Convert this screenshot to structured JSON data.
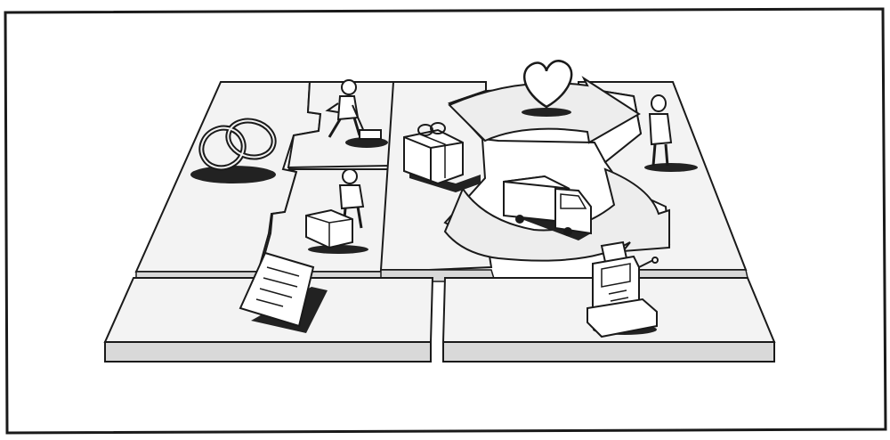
{
  "colors": {
    "ink": "#1a1a1a",
    "paper": "#ffffff",
    "panel_top": "#f3f3f3",
    "panel_side": "#d9d9d9",
    "shadow": "#222222",
    "arrow_fill": "#ededed"
  },
  "blocks": [
    {
      "id": "key-partners",
      "icon": "interlocked-rings-icon"
    },
    {
      "id": "key-activities",
      "icon": "person-vacuuming-icon"
    },
    {
      "id": "key-resources",
      "icon": "person-with-boxes-icon"
    },
    {
      "id": "value-propositions",
      "icon": "gift-box-icon"
    },
    {
      "id": "customer-relationships",
      "icon": "heart-icon"
    },
    {
      "id": "channels",
      "icon": "delivery-truck-icon"
    },
    {
      "id": "customer-segments",
      "icon": "standing-person-icon"
    },
    {
      "id": "cost-structure",
      "icon": "invoice-document-icon"
    },
    {
      "id": "revenue-streams",
      "icon": "cash-register-icon"
    }
  ]
}
